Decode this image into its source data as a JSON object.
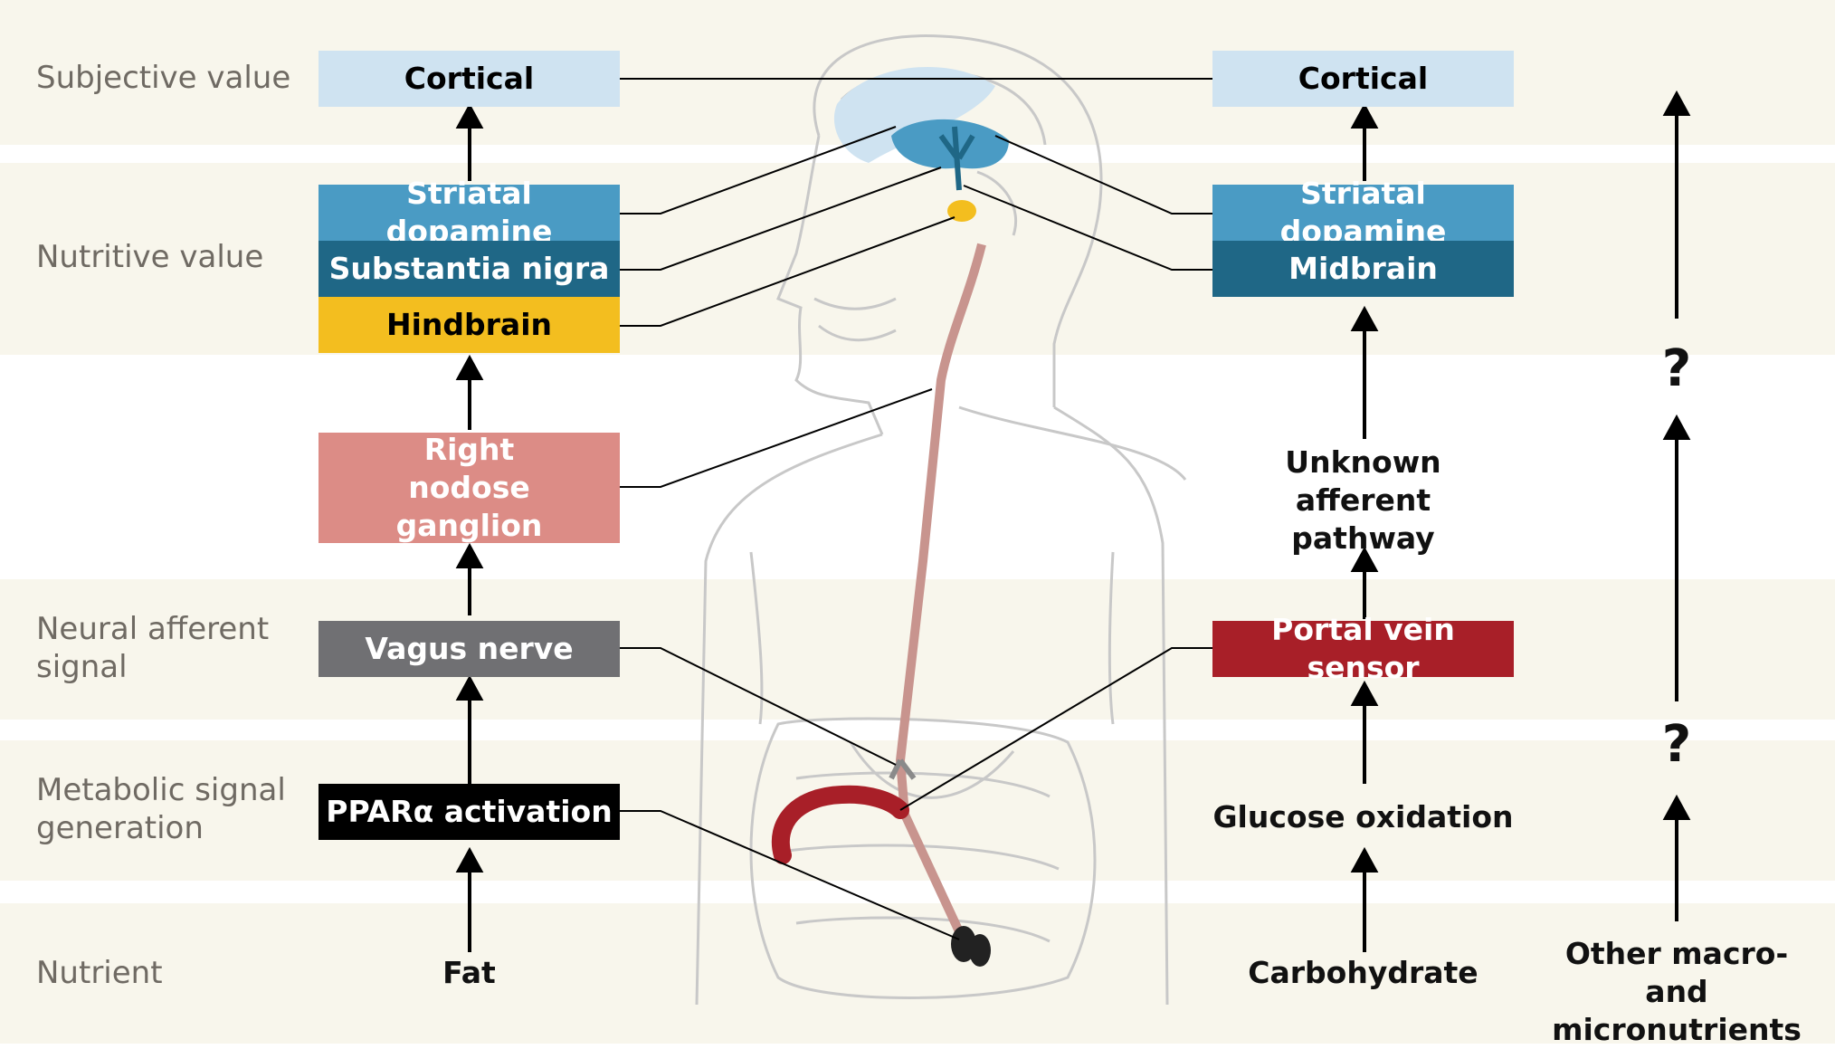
{
  "row_labels": {
    "subjective": "Subjective value",
    "nutritive": "Nutritive value",
    "neural": "Neural afferent signal",
    "metabolic": "Metabolic signal generation",
    "nutrient": "Nutrient"
  },
  "left_column": {
    "cortical": "Cortical",
    "striatal": "Striatal dopamine",
    "substantia": "Substantia nigra",
    "hindbrain": "Hindbrain",
    "nodose": "Right nodose ganglion",
    "vagus": "Vagus nerve",
    "ppar": "PPARα activation",
    "fat": "Fat"
  },
  "right_column": {
    "cortical": "Cortical",
    "striatal": "Striatal dopamine",
    "midbrain": "Midbrain",
    "unknown": "Unknown afferent pathway",
    "portal": "Portal vein sensor",
    "glucose": "Glucose oxidation",
    "carb": "Carbohydrate"
  },
  "other_column": {
    "q1": "?",
    "q2": "?",
    "other": "Other macro- and micronutrients"
  },
  "colors": {
    "band": "#f8f6ec",
    "cortical": "#cfe3f1",
    "striatal": "#4a9bc4",
    "substantia": "#1f6786",
    "hindbrain": "#f3be1f",
    "nodose": "#dc8c86",
    "vagus": "#707073",
    "ppar": "#000000",
    "portal": "#a81f28"
  }
}
